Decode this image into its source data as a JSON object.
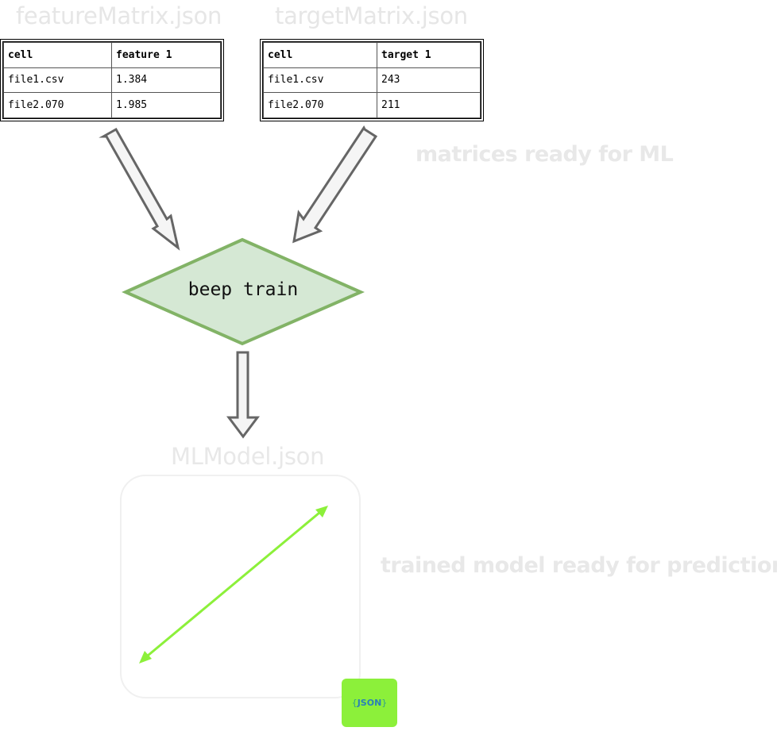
{
  "feature_matrix": {
    "title": "featureMatrix.json",
    "headers": [
      "cell",
      "feature 1"
    ],
    "rows": [
      [
        "file1.csv",
        "1.384"
      ],
      [
        "file2.070",
        "1.985"
      ]
    ]
  },
  "target_matrix": {
    "title": "targetMatrix.json",
    "headers": [
      "cell",
      "target 1"
    ],
    "rows": [
      [
        "file1.csv",
        "243"
      ],
      [
        "file2.070",
        "211"
      ]
    ]
  },
  "notes": {
    "matrices_ready": "matrices ready for ML",
    "model_ready": "trained model ready for prediction"
  },
  "process": {
    "label": "beep train"
  },
  "model": {
    "title": "MLModel.json",
    "badge_text": "JSON",
    "badge_brace_open": "{",
    "badge_brace_close": "}"
  },
  "colors": {
    "diamond_fill": "#d5e8d4",
    "diamond_stroke": "#82b366",
    "arrow_fill": "#f5f5f5",
    "arrow_stroke": "#666666",
    "model_line": "#8cf03a",
    "badge": "#8cf03a",
    "faded_text": "#e6e6e6"
  }
}
